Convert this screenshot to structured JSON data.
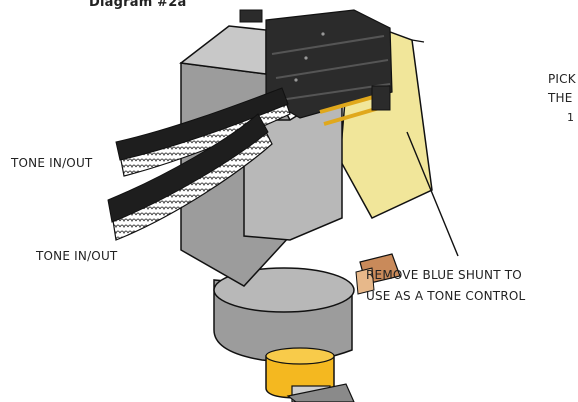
{
  "title": "Diagram #2a",
  "labels": {
    "tone_in_out_upper": "TONE IN/OUT",
    "tone_in_out_lower": "TONE IN/OUT",
    "remove_shunt_line1": "REMOVE BLUE SHUNT TO",
    "remove_shunt_line2": "USE AS A TONE CONTROL",
    "pickup_line1": "PICK",
    "pickup_line2": "THE",
    "pickup_line3": "1"
  },
  "colors": {
    "body_gray": "#9c9c9c",
    "body_gray_light": "#b8b8b8",
    "body_gray_dark": "#7a7a7a",
    "shaft_yellow": "#f4b820",
    "circuit_board": "#f1e69a",
    "connector_black": "#2b2b2b",
    "pins_gold": "#e0a81c",
    "cable_black": "#1e1e1e",
    "outline": "#111111",
    "copper_tab": "#c98a5a"
  }
}
